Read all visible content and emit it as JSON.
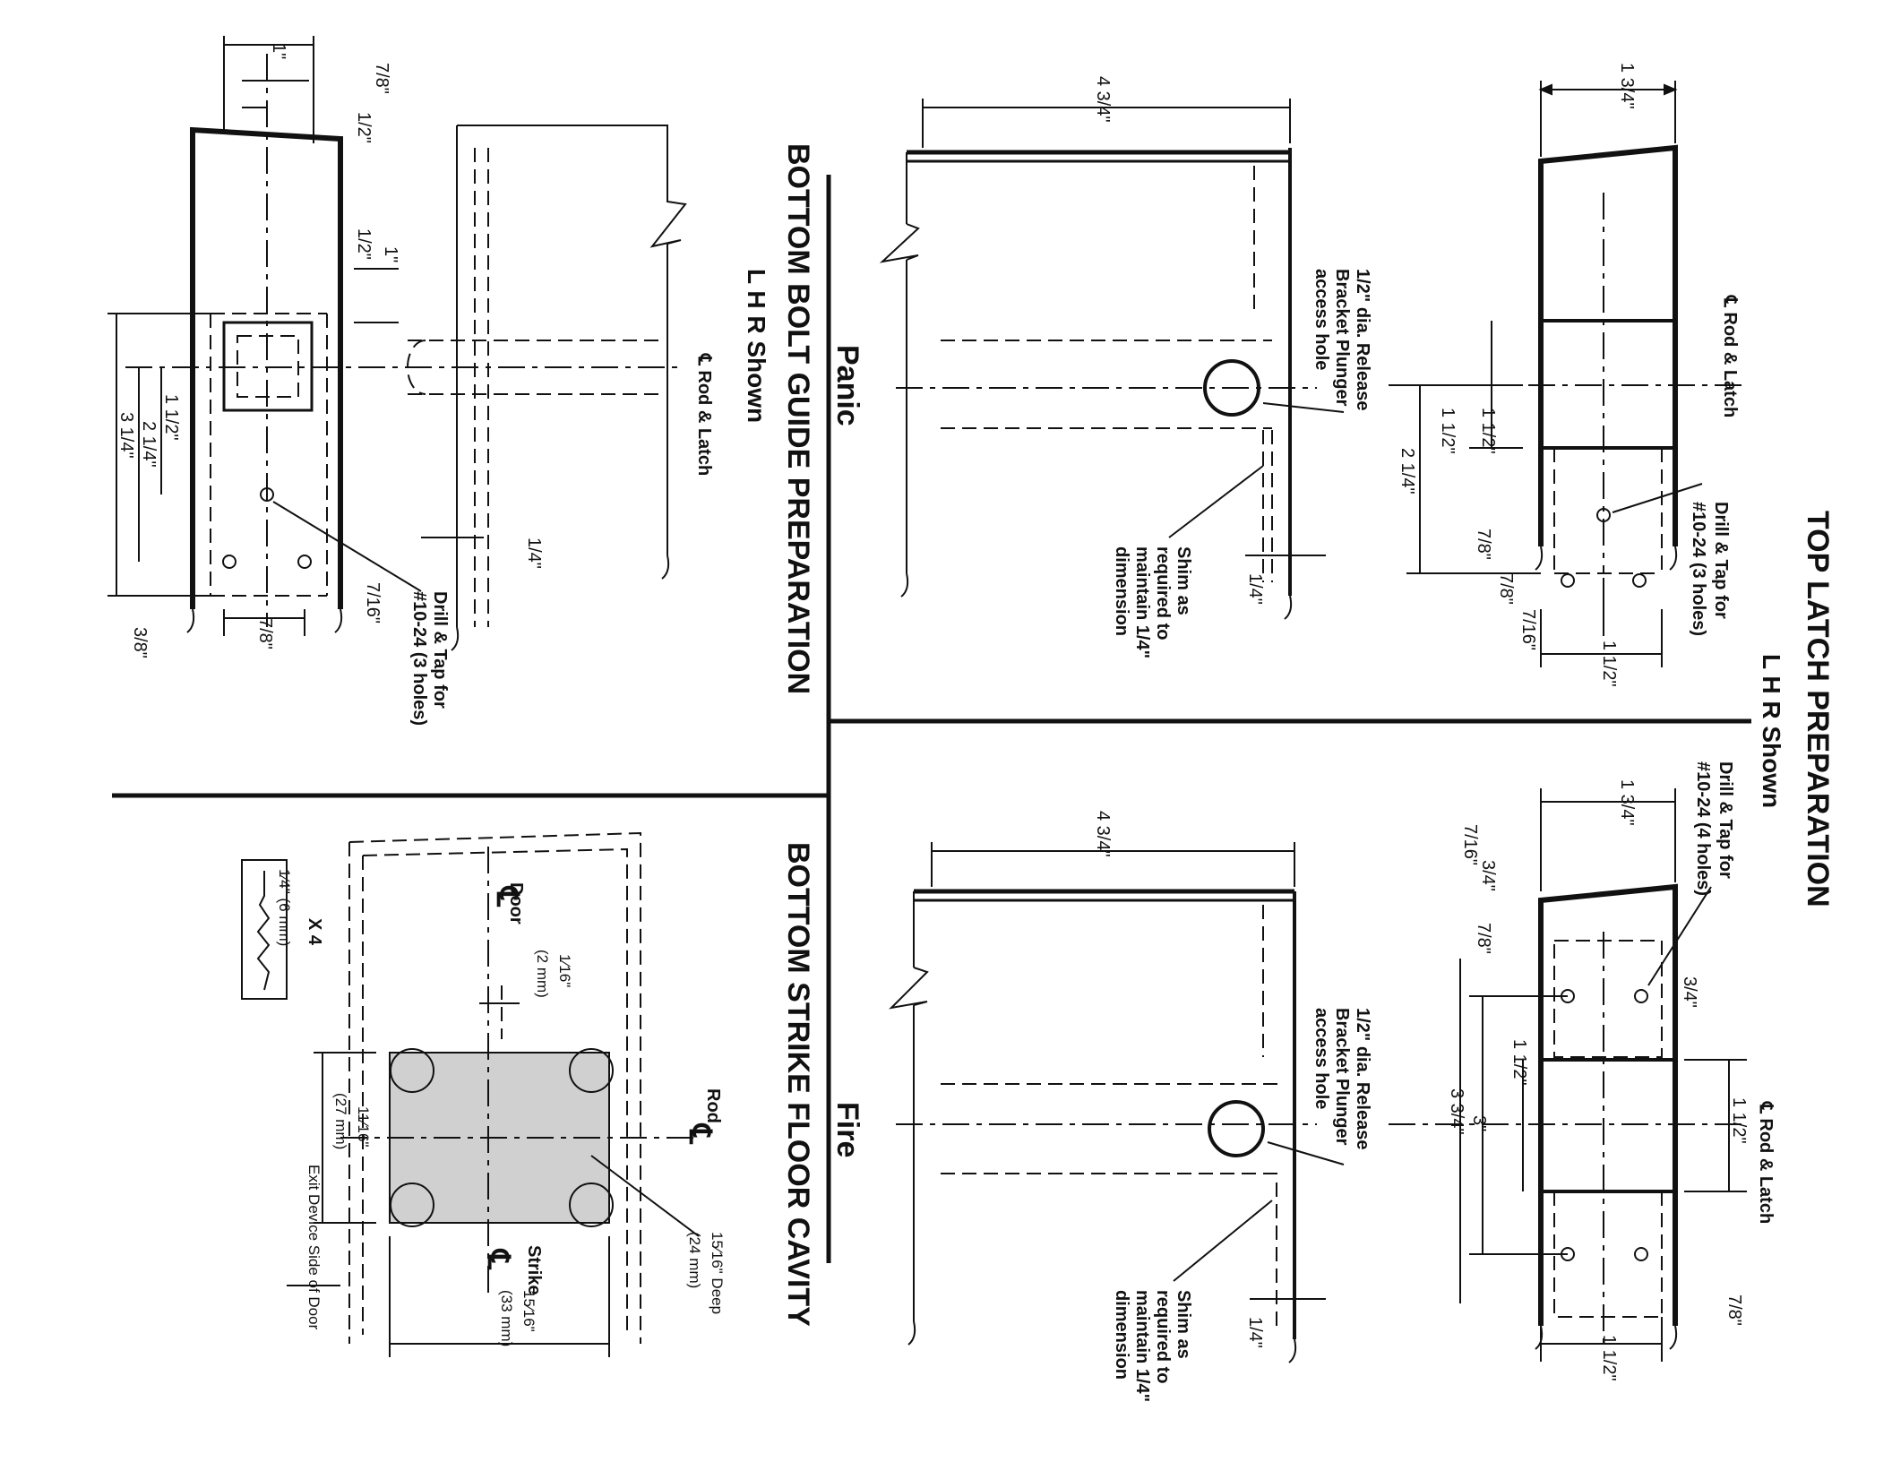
{
  "drawing": {
    "titles": {
      "top_latch": "TOP LATCH PREPARATION",
      "top_latch_sub": "L H R Shown",
      "bottom_bolt": "BOTTOM BOLT GUIDE PREPARATION",
      "bottom_bolt_sub": "L H R Shown",
      "bottom_strike": "BOTTOM STRIKE FLOOR CAVITY",
      "panic": "Panic",
      "fire": "Fire"
    },
    "top_latch_panic": {
      "centerline": "℄ Rod & Latch",
      "drill_note_1": "Drill & Tap for",
      "drill_note_2": "#10-24 (3 holes)",
      "dims": {
        "width": "1 3/4\"",
        "a": "1 1/2\"",
        "b": "1 1/2\"",
        "c": "2 1/4\"",
        "d": "7/8\"",
        "e": "7/8\"",
        "f": "7/16\"",
        "g": "1 1/2\""
      }
    },
    "top_latch_fire": {
      "centerline": "℄ Rod & Latch",
      "drill_note_1": "Drill & Tap for",
      "drill_note_2": "#10-24 (4 holes)",
      "dims": {
        "width": "1 3/4\"",
        "a": "3/4\"",
        "b": "7/16\"",
        "c": "7/8\"",
        "d": "3/4\"",
        "e": "1 1/2\"",
        "f": "3\"",
        "g": "1 1/2\"",
        "h": "3 3/4\"",
        "i": "7/8\"",
        "j": "1 1/2\""
      }
    },
    "panic_side": {
      "width": "4 3/4\"",
      "note_release_1": "1/2\" dia. Release",
      "note_release_2": "Bracket Plunger",
      "note_release_3": "access hole",
      "shim_1": "Shim as",
      "shim_2": "required to",
      "shim_3": "maintain 1/4\"",
      "shim_4": "dimension",
      "gap": "1/4\""
    },
    "fire_side": {
      "width": "4 3/4\"",
      "note_release_1": "1/2\" dia. Release",
      "note_release_2": "Bracket Plunger",
      "note_release_3": "access hole",
      "shim_1": "Shim as",
      "shim_2": "required to",
      "shim_3": "maintain 1/4\"",
      "shim_4": "dimension",
      "gap": "1/4\""
    },
    "bottom_bolt": {
      "centerline": "℄ Rod & Latch",
      "drill_note_1": "Drill & Tap for",
      "drill_note_2": "#10-24 (3 holes)",
      "dims": {
        "a": "1\"",
        "b": "7/8\"",
        "c": "1/2\"",
        "d": "1\"",
        "e": "1/2\"",
        "f": "1 1/2\"",
        "g": "2 1/4\"",
        "h": "3 1/4\"",
        "i": "3/8\"",
        "j": "7/8\"",
        "k": "7/16\"",
        "l": "1/4\""
      }
    },
    "bottom_strike": {
      "door": "Door",
      "rod": "Rod",
      "strike": "Strike",
      "cl": "℄",
      "gap_in": "1⁄16\"",
      "gap_mm": "(2 mm)",
      "len_in": "11⁄16\"",
      "len_mm": "(27 mm)",
      "deep_in": "15⁄16\" Deep",
      "deep_mm": "(24 mm)",
      "wid_in": "15⁄16\"",
      "wid_mm": "(33 mm)",
      "exit_side": "Exit Device Side of Door",
      "drill_size": "1⁄4\" (6 mm)",
      "drill_qty": "X 4"
    }
  }
}
